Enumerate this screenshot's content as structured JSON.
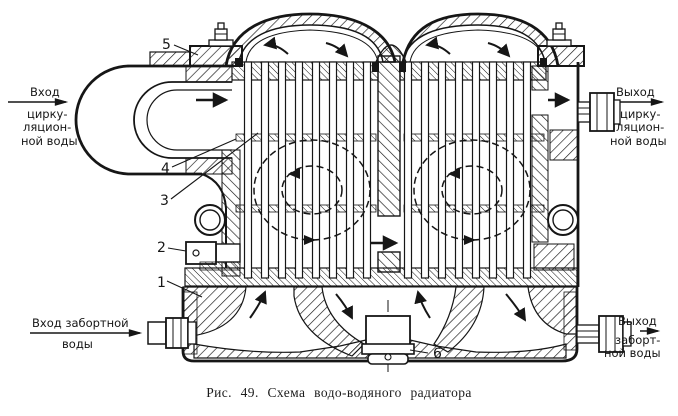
{
  "figure": {
    "caption": "Рис. 49. Схема водо-водяного радиатора"
  },
  "labels": {
    "circ_inlet": {
      "l1": "Вход",
      "l2": "цирку-",
      "l3": "ляцион-",
      "l4": "ной воды"
    },
    "circ_outlet": {
      "l1": "Выход",
      "l2": "цирку-",
      "l3": "ляцион-",
      "l4": "ной воды"
    },
    "raw_inlet": {
      "l1": "Вход забортной",
      "l2": "воды"
    },
    "raw_outlet": {
      "l1": "Выход",
      "l2": "заборт-",
      "l3": "ной воды"
    }
  },
  "callouts": {
    "c1": "1",
    "c2": "2",
    "c3": "3",
    "c4": "4",
    "c5": "5",
    "c6": "6"
  },
  "colors": {
    "ink": "#161616",
    "paper": "#ffffff"
  }
}
